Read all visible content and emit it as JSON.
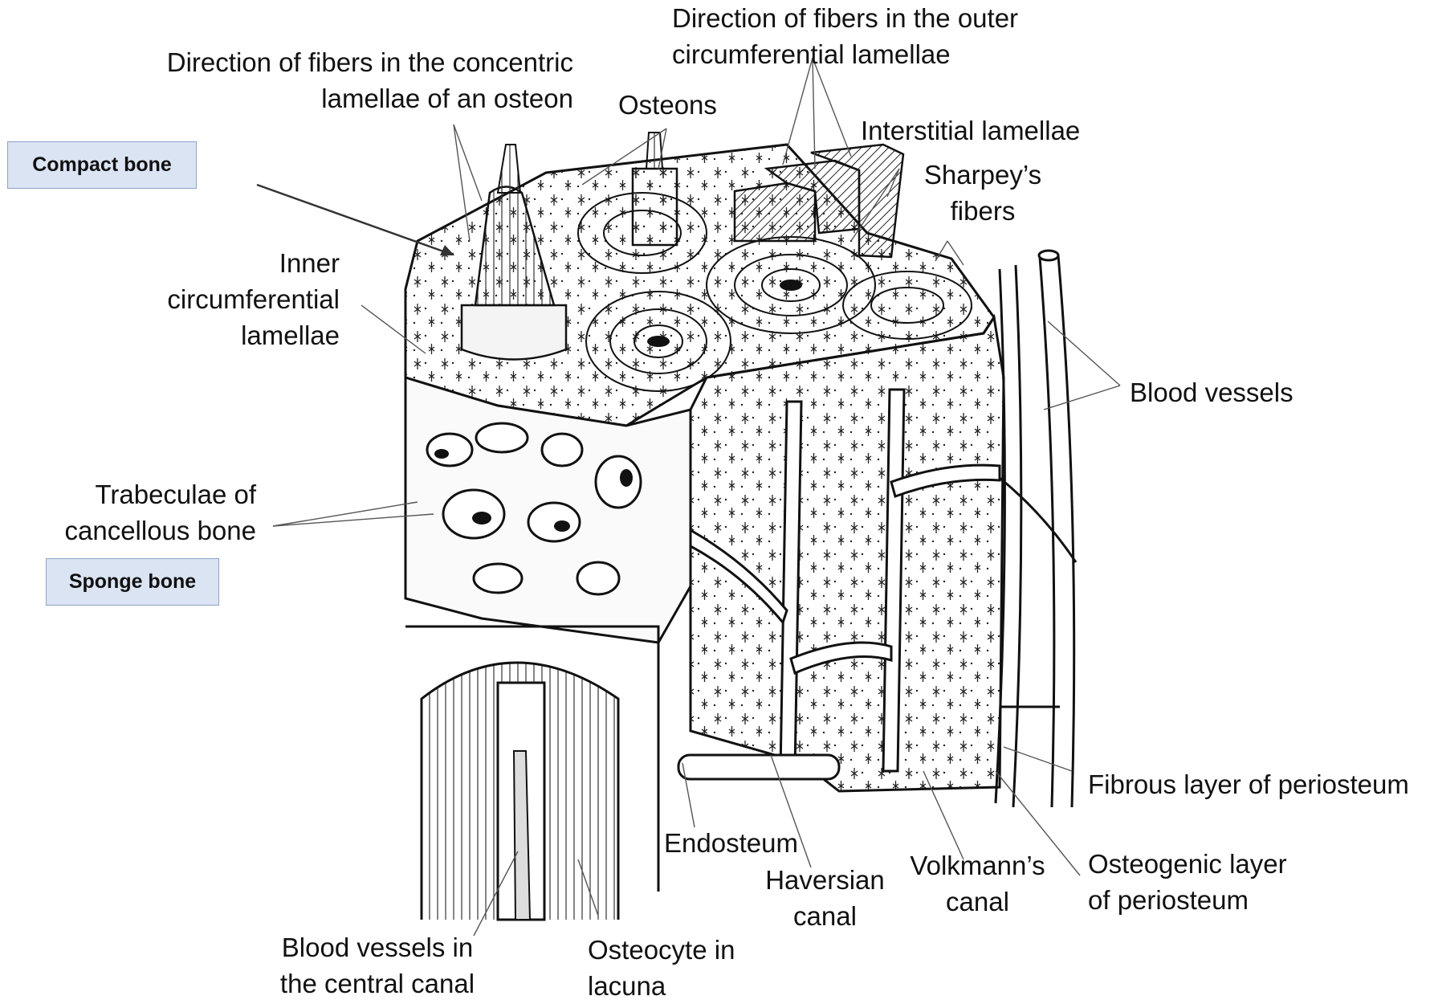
{
  "labels": {
    "outer_fibers": "Direction of fibers in the outer\ncircumferential lamellae",
    "concentric_fibers": "Direction of fibers in the concentric\nlamellae of an osteon",
    "osteons": "Osteons",
    "interstitial": "Interstitial lamellae",
    "sharpeys": "Sharpey’s\nfibers",
    "inner_circ": "Inner\ncircumferential\nlamellae",
    "blood_vessels": "Blood vessels",
    "trabeculae": "Trabeculae of\ncancellous bone",
    "fibrous_layer": "Fibrous layer of periosteum",
    "endosteum": "Endosteum",
    "haversian": "Haversian\ncanal",
    "volkmann": "Volkmann’s\ncanal",
    "osteogenic": "Osteogenic layer\nof periosteum",
    "bv_central": "Blood vessels in\nthe central canal",
    "osteocyte": "Osteocyte in\nlacuna"
  },
  "tags": {
    "compact": "Compact bone",
    "sponge": "Sponge bone"
  },
  "colors": {
    "tag_fill": "#dbe4f3",
    "tag_border": "#8ea4c8",
    "ink": "#111111"
  }
}
